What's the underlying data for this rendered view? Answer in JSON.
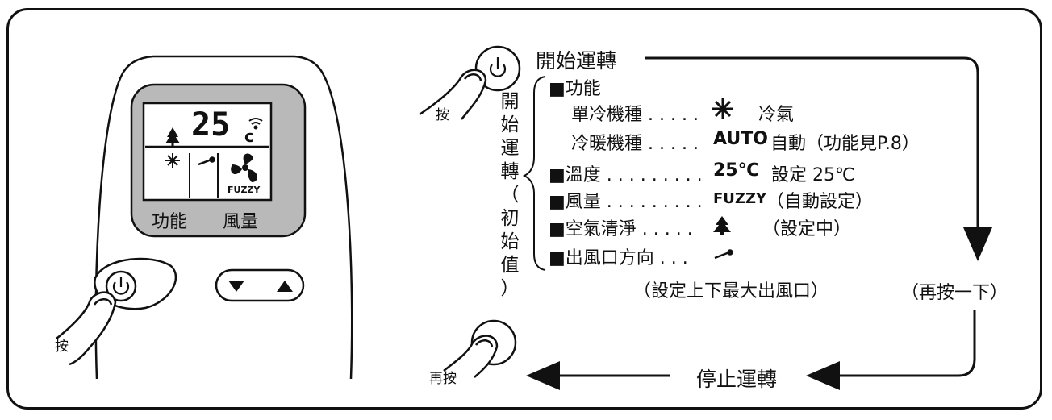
{
  "remote": {
    "lcd_temp": "25",
    "lcd_unit": "c",
    "lcd_fuzzy": "FUZZY",
    "label_function": "功能",
    "label_fan": "風量",
    "press": "按"
  },
  "flow": {
    "start": "開始運轉",
    "press": "按",
    "press_again_hand": "再按",
    "press_again": "（再按一下）",
    "stop": "停止運轉"
  },
  "defaults": {
    "vertical_label": [
      "開",
      "始",
      "運",
      "轉",
      "（",
      "初",
      "始",
      "值",
      "）"
    ],
    "function_title": "■功能",
    "cool_only": "單冷機種 . . . . .",
    "cool_only_value": "冷氣",
    "heat_pump": "冷暖機種 . . . . .",
    "heat_pump_auto": "AUTO",
    "heat_pump_value": "自動（功能見P.8）",
    "temp": "■溫度 . . . . . . . . .",
    "temp_value": "25℃",
    "temp_set": "設定 25℃",
    "fan": "■風量 . . . . . . . . .",
    "fan_fuzzy": "FUZZY",
    "fan_value": "（自動設定）",
    "air_clean": "■空氣清淨 . . . . .",
    "air_clean_value": "（設定中）",
    "louver": "■出風口方向 . . .",
    "louver_note": "（設定上下最大出風口）"
  },
  "colors": {
    "ink": "#111111",
    "lcd_panel": "#b9b9b9",
    "lcd_bg": "#ffffff"
  }
}
